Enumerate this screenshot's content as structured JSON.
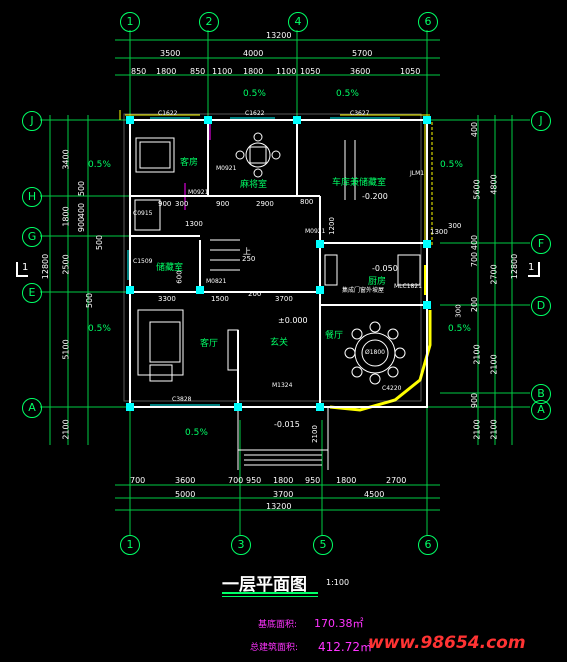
{
  "drawing": {
    "title": "一层平面图",
    "scale": "1:100",
    "base_area_label": "基底面积:",
    "base_area_value": "170.38㎡",
    "total_area_label": "总建筑面积:",
    "total_area_value": "412.72㎡",
    "watermark": "www.98654.com"
  },
  "axes": {
    "top": [
      "1",
      "2",
      "4",
      "6"
    ],
    "bottom": [
      "1",
      "3",
      "5",
      "6"
    ],
    "left": [
      "J",
      "H",
      "G",
      "E",
      "A"
    ],
    "right": [
      "J",
      "F",
      "D",
      "B",
      "A"
    ],
    "section_mark": "1"
  },
  "dims": {
    "top_total": "13200",
    "top_mid": [
      "3500",
      "4000",
      "5700"
    ],
    "top_detail": [
      "850",
      "1800",
      "850",
      "1100",
      "1800",
      "1100",
      "1050",
      "3600",
      "1050"
    ],
    "bottom_detail": [
      "700",
      "3600",
      "700",
      "950",
      "1800",
      "950",
      "1800",
      "2700"
    ],
    "bottom_mid": [
      "5000",
      "3700",
      "4500"
    ],
    "bottom_total": "13200",
    "left_total": "12800",
    "left_outer": [
      "3400",
      "1800",
      "2500",
      "5100",
      "2100"
    ],
    "left_inner": [
      "500",
      "400",
      "900",
      "500",
      "500"
    ],
    "right_total": "12800",
    "right_outer": [
      "4800",
      "2700",
      "2100",
      "2100"
    ],
    "right_inner": [
      "400",
      "5600",
      "400",
      "700",
      "200",
      "2100",
      "900",
      "2100"
    ],
    "interior": [
      "900",
      "300",
      "900",
      "2900",
      "1300",
      "3300",
      "1500",
      "200",
      "3700",
      "1300",
      "300",
      "800",
      "1200",
      "250",
      "600",
      "300",
      "2100"
    ]
  },
  "rooms": {
    "bedroom": "客房",
    "dining_hall": "麻将室",
    "garage": "车库兼储藏室",
    "storage": "储藏室",
    "living": "客厅",
    "foyer": "玄关",
    "dining": "餐厅",
    "kitchen": "厨房",
    "kitchen_note": "集成门窗外坡屋"
  },
  "elevations": {
    "garage": "-0.200",
    "kitchen": "-0.050",
    "foyer": "±0.000",
    "porch": "-0.015"
  },
  "slopes": [
    "0.5%",
    "0.5%",
    "0.5%",
    "0.5%",
    "0.5%",
    "0.5%",
    "0.5%"
  ],
  "labels": {
    "windows": [
      "C1622",
      "C1622",
      "C3627",
      "C0915",
      "C1509",
      "C3828",
      "C4220",
      "MLC1821"
    ],
    "doors": [
      "M0921",
      "M0921",
      "M0921",
      "M0821",
      "M1324",
      "JLM1"
    ],
    "stair_up": "上",
    "table_size": "Ø1800"
  },
  "colors": {
    "background": "#000000",
    "axis_lines": "#00cc44",
    "walls": "#ffffff",
    "windows": "#00ffff",
    "outline": "#ffff00",
    "area_text": "#ff33ff",
    "watermark": "#ff3333"
  }
}
